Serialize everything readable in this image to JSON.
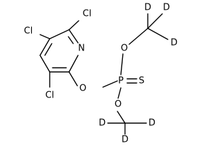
{
  "molecule": {
    "atom_labels": {
      "cl_top": "Cl",
      "cl_left": "Cl",
      "cl_bottom": "Cl",
      "n": "N",
      "o_ring": "O",
      "o_top": "O",
      "o_bottom": "O",
      "p": "P",
      "s": "S",
      "d_top_1": "D",
      "d_top_2": "D",
      "d_top_3": "D",
      "d_bottom_1": "D",
      "d_bottom_2": "D",
      "d_bottom_3": "D"
    }
  }
}
